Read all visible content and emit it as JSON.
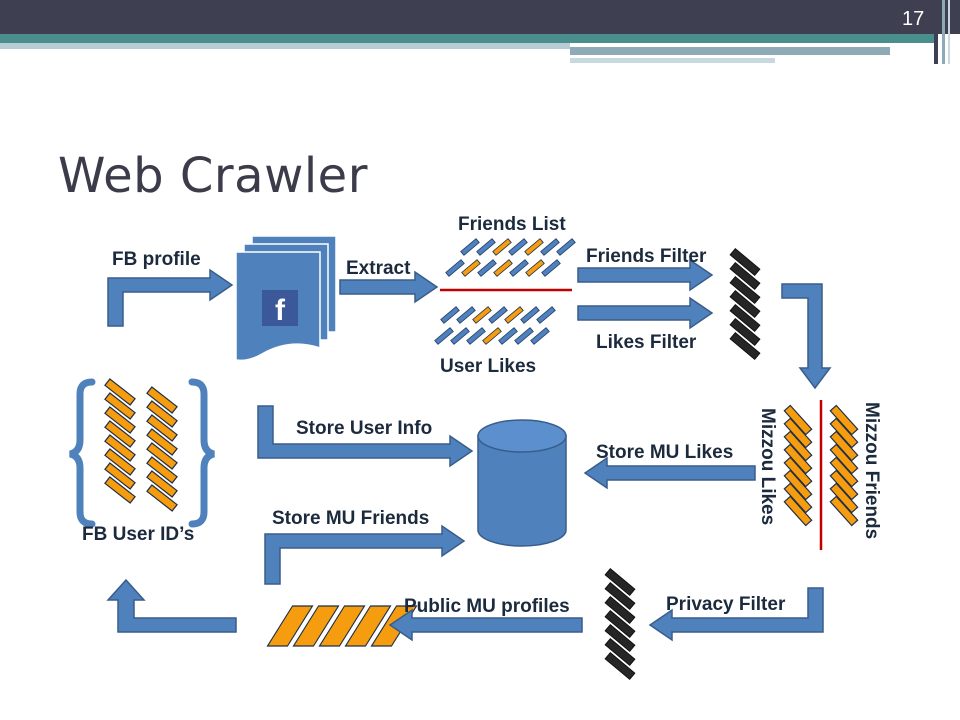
{
  "slide": {
    "title": "Web Crawler",
    "page_number": "17"
  },
  "colors": {
    "arrow_blue": "#4f81bd",
    "arrow_stroke": "#385d8a",
    "orange": "#f59d0e",
    "black_item": "#262626",
    "red_divider": "#c00000",
    "header_dark": "#3f3f52",
    "header_teal": "#4a8f8d"
  },
  "diagram": {
    "labels": {
      "fb_profile": "FB profile",
      "extract": "Extract",
      "friends_list": "Friends List",
      "user_likes": "User Likes",
      "friends_filter": "Friends Filter",
      "likes_filter": "Likes Filter",
      "mizzou_friends": "Mizzou Friends",
      "mizzou_likes": "Mizzou Likes",
      "store_user_info": "Store User Info",
      "store_mu_likes": "Store MU Likes",
      "store_mu_friends": "Store MU Friends",
      "fb_user_ids": "FB User ID’s",
      "public_mu_profiles": "Public MU profiles",
      "privacy_filter": "Privacy Filter"
    },
    "icons": {
      "facebook_doc": "facebook-document-icon",
      "database": "database-cylinder-icon",
      "brace_left": "curly-brace-left-icon",
      "brace_right": "curly-brace-right-icon"
    }
  }
}
